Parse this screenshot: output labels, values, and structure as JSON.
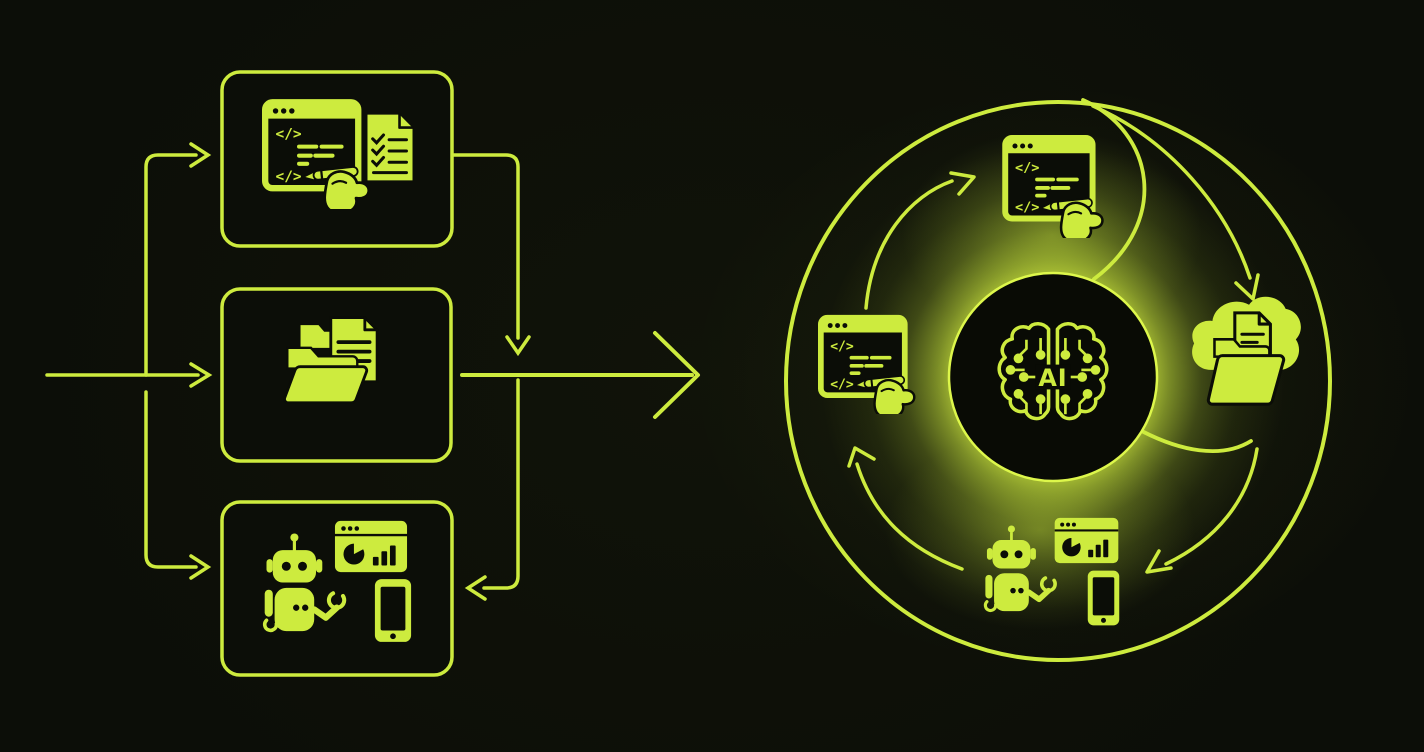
{
  "colors": {
    "background": "#0c0e08",
    "accent": "#cdeb3e",
    "glow": "#d9f243",
    "icon_dark": "#0b0d07",
    "center_circle_fill": "#090b05"
  },
  "icons": {
    "code_glyph": "</>"
  },
  "left_flowchart": {
    "boxes": [
      {
        "name": "code-editing",
        "icons": [
          "code-editor-writing-icon",
          "checklist-document-icon"
        ]
      },
      {
        "name": "file-management",
        "icons": [
          "folder-icon",
          "document-icon"
        ]
      },
      {
        "name": "robot-analytics",
        "icons": [
          "robot-icon",
          "analytics-dashboard-icon",
          "smartphone-icon"
        ]
      }
    ],
    "arrows": [
      "input-arrow",
      "branch-to-top-arrow",
      "branch-to-bottom-arrow",
      "top-to-middle-arrow",
      "top-to-bottom-arrow",
      "output-arrow"
    ]
  },
  "cycle_diagram": {
    "center_label": "AI",
    "center_icon": "ai-brain-circuit-icon",
    "nodes": [
      {
        "position": "top",
        "icon": "code-editor-writing-icon"
      },
      {
        "position": "right",
        "icon": "cloud-folder-icon"
      },
      {
        "position": "bottom",
        "icons": [
          "robot-icon",
          "analytics-dashboard-icon",
          "smartphone-icon"
        ]
      },
      {
        "position": "left",
        "icon": "code-editor-writing-icon"
      }
    ],
    "arrows": [
      "left-to-top-arrow",
      "top-to-right-arrow",
      "right-to-bottom-arrow",
      "bottom-to-left-arrow"
    ]
  }
}
